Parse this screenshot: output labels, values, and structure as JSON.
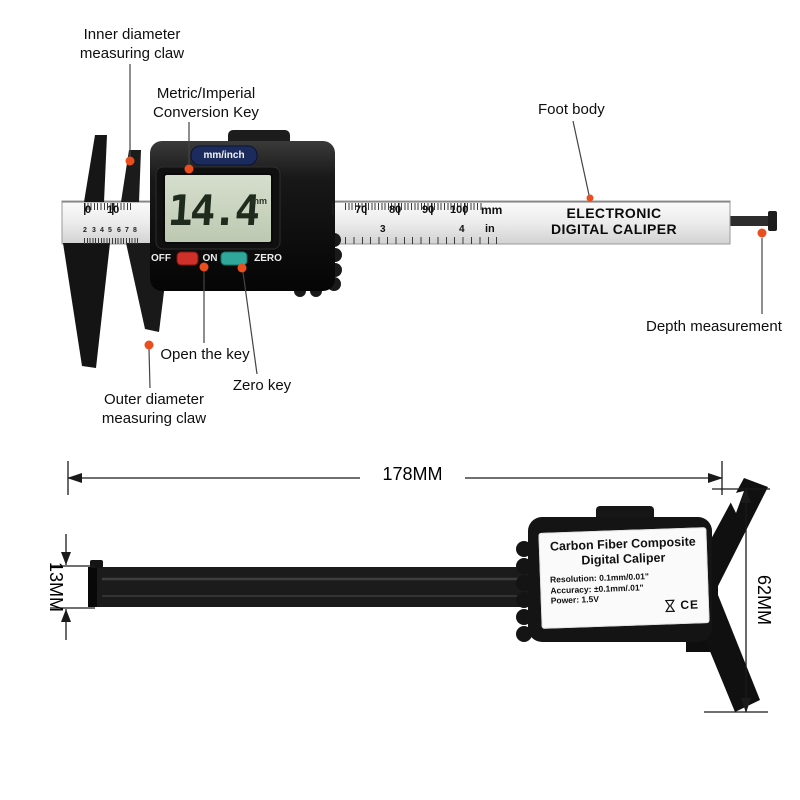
{
  "colors": {
    "dot": "#ea4e1f",
    "mm_inch_button": "#1b2b5e",
    "power_button": "#d0302a",
    "zero_button": "#2fa89b",
    "lcd_screen": "#c9d3c0"
  },
  "callouts": {
    "inner_claw": "Inner diameter\nmeasuring claw",
    "conversion_key": "Metric/Imperial\nConversion Key",
    "foot_body": "Foot body",
    "depth_measurement": "Depth measurement",
    "open_key": "Open the key",
    "zero_key": "Zero key",
    "outer_claw": "Outer diameter\nmeasuring claw"
  },
  "caliper_front": {
    "lcd_value": "14.4",
    "lcd_unit": "mm",
    "mm_inch_key": "mm/inch",
    "off_key": "OFF",
    "on_key": "ON",
    "zero_key": "ZERO",
    "brand_line1": "ELECTRONIC",
    "brand_line2": "DIGITAL CALIPER",
    "mm_scale": [
      "0",
      "10",
      "70",
      "80",
      "90",
      "100"
    ],
    "mm_unit": "mm",
    "inch_tenths": [
      "2",
      "3",
      "4",
      "5",
      "6",
      "7",
      "8"
    ],
    "inch_scale": [
      "3",
      "4"
    ],
    "inch_unit": "in"
  },
  "dimensions": {
    "length": "178MM",
    "beam_height": "13MM",
    "body_height": "62MM"
  },
  "back_label": {
    "title_line1": "Carbon Fiber Composite",
    "title_line2": "Digital Caliper",
    "spec_resolution": "Resolution: 0.1mm/0.01\"",
    "spec_accuracy": "Accuracy: ±0.1mm/.01\"",
    "spec_power": "Power: 1.5V",
    "ce_mark": "CE"
  }
}
